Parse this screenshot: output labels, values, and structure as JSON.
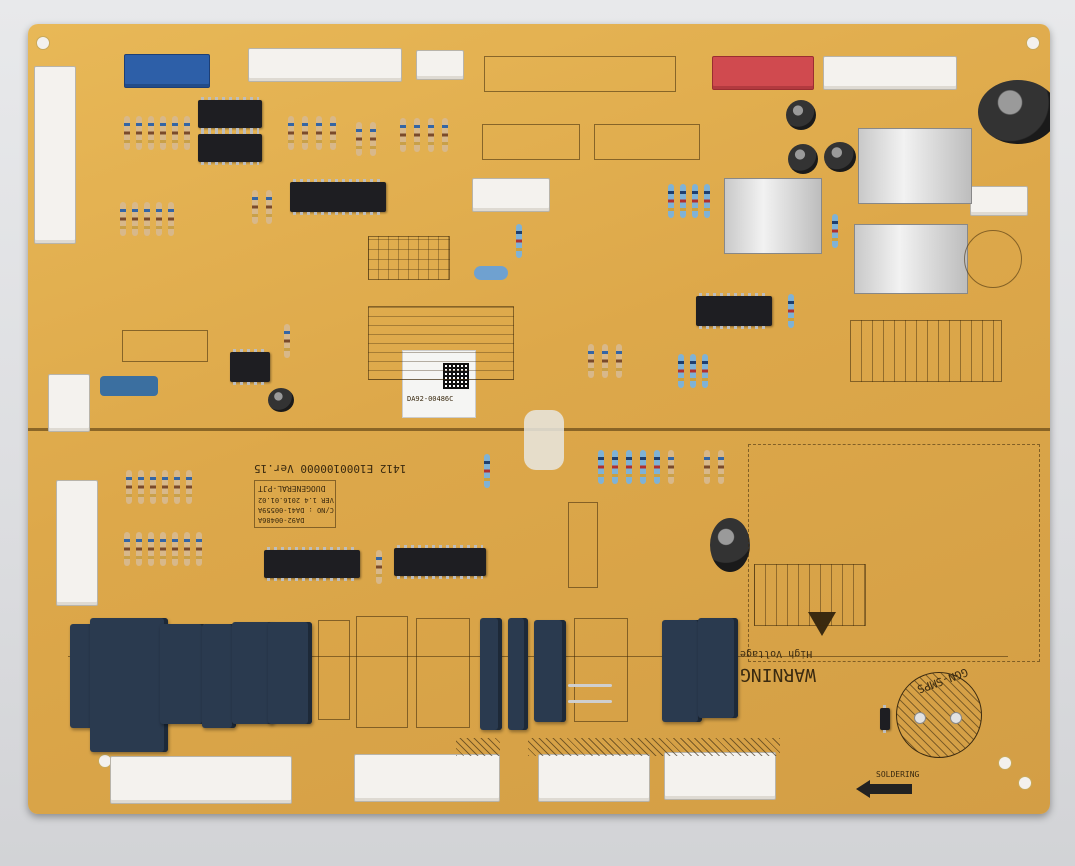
{
  "board": {
    "silkscreen": {
      "version_line": "1412 E1000100000 Ver.15",
      "part_block_line1": "DA92-00486A",
      "part_block_line2": "C/NO : DA41-00559A",
      "part_block_line3": "VER 1.4  2016.01.02",
      "part_block_line4": "DUOGENERAL-PJT",
      "warning_title": "WARNING",
      "warning_sub": "High Voltage",
      "smps_label": "GGN-SMPS",
      "soldering_label": "SOLDERING"
    },
    "sticker": {
      "code": "DA92-00486C"
    }
  }
}
